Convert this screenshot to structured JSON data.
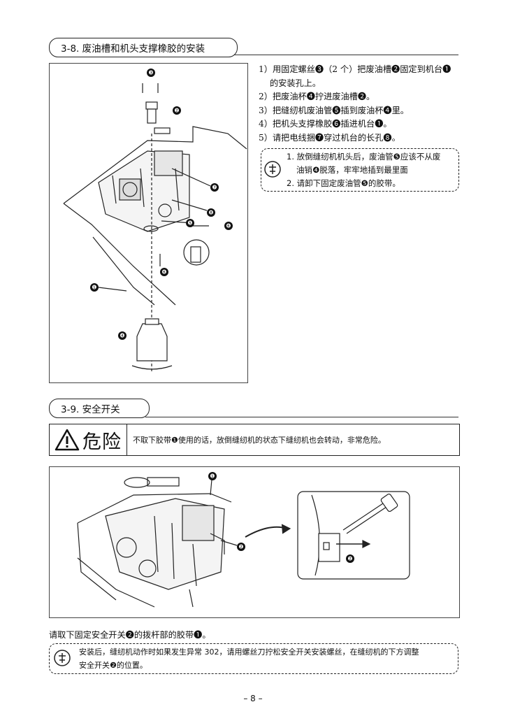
{
  "section1": {
    "heading": "3-8. 废油槽和机头支撑橡胶的安装",
    "steps": [
      "1）用固定螺丝❸（2 个）把废油槽❷固定到机台❶",
      "的安装孔上。",
      "2）把废油杯❹拧进废油槽❷。",
      "3）把缝纫机废油管❺插到废油杯❹里。",
      "4）把机头支撑橡胶❻插进机台❶。",
      "5）请把电线捆❼穿过机台的长孔❽。"
    ],
    "note_lines": [
      "1. 放倒缝纫机机头后，废油管❺应该不从废",
      "油销❹脱落，牢牢地插到最里面",
      "2. 请卸下固定废油管❺的胶带。"
    ],
    "figure_callouts": [
      "❸",
      "❷",
      "❼",
      "❽",
      "❺",
      "❻",
      "❻",
      "❶",
      "❹"
    ]
  },
  "section2": {
    "heading": "3-9. 安全开关",
    "danger_label": "危险",
    "danger_text": "不取下胶带❶使用的话，放倒缝纫机的状态下缝纫机也会转动，非常危险。",
    "figure_callouts": [
      "❶",
      "❷",
      "❷"
    ],
    "caption": "请取下固定安全开关❷的拨杆部的胶带❶。",
    "note_lines": [
      "安装后，缝纫机动作时如果发生异常 302，请用螺丝刀拧松安全开关安装螺丝，在缝纫机的下方调整",
      "安全开关❷的位置。"
    ]
  },
  "page_number": "– 8 –"
}
